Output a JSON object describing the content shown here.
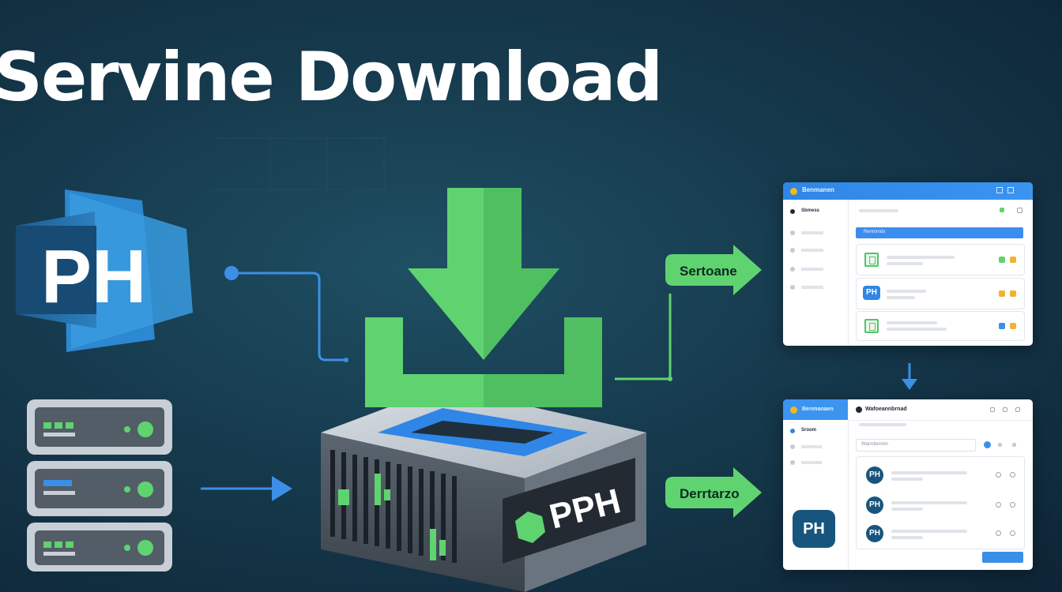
{
  "title": "Servine Download",
  "left_logo": {
    "text": "PH",
    "icon": "ph-logo-icon"
  },
  "server_logo": {
    "text": "PPH",
    "icon": "hexagon-icon"
  },
  "download_icon": "download-arrow-icon",
  "server_rack_icon": "server-rack-icon",
  "flows": [
    {
      "label": "Sertoane"
    },
    {
      "label": "Derrtarzo"
    }
  ],
  "window_top": {
    "title": "Benmanen",
    "sidebar_active": "Sbmess",
    "search_button": "Renmmds",
    "rows": [
      {
        "icon": "document-icon"
      },
      {
        "icon": "ph-icon",
        "text": "PH"
      },
      {
        "icon": "document-icon"
      }
    ]
  },
  "window_bottom": {
    "title": "Benmanaen",
    "header": "Wafoeannbrnad",
    "sidebar_active": "Sroom",
    "search_placeholder": "Warrcbennin",
    "logo_text": "PH",
    "rows": [
      {
        "text": "PH"
      },
      {
        "text": "PH"
      },
      {
        "text": "PH"
      }
    ]
  },
  "colors": {
    "accent_green": "#5fd36f",
    "accent_blue": "#2f86e6",
    "connector_blue": "#3b8fe6",
    "background": "#163a4d"
  }
}
